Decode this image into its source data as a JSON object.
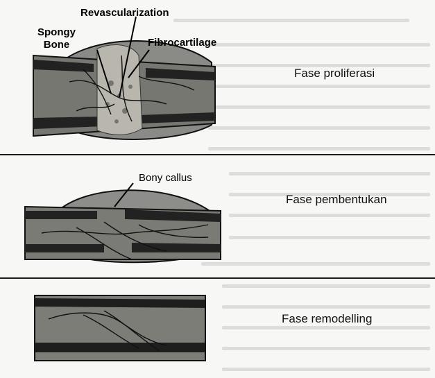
{
  "labels": {
    "revascularization": "Revascularization",
    "spongy_bone_line1": "Spongy",
    "spongy_bone_line2": "Bone",
    "fibrocartilage": "Fibrocartilage",
    "bony_callus": "Bony callus"
  },
  "phases": [
    {
      "name": "Fase proliferasi"
    },
    {
      "name": "Fase pembentukan"
    },
    {
      "name": "Fase remodelling"
    }
  ]
}
